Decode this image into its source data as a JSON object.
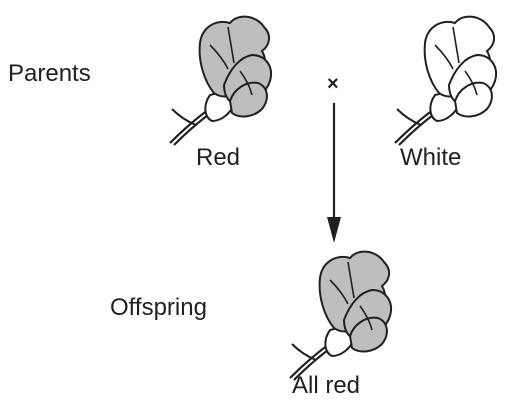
{
  "parents_label": "Parents",
  "offspring_label": "Offspring",
  "cross_symbol": "×",
  "parent_left": {
    "label": "Red",
    "color": "#bcbec0"
  },
  "parent_right": {
    "label": "White",
    "color": "#ffffff"
  },
  "offspring": {
    "label": "All red",
    "color": "#bcbec0"
  },
  "outline_color": "#231f20"
}
